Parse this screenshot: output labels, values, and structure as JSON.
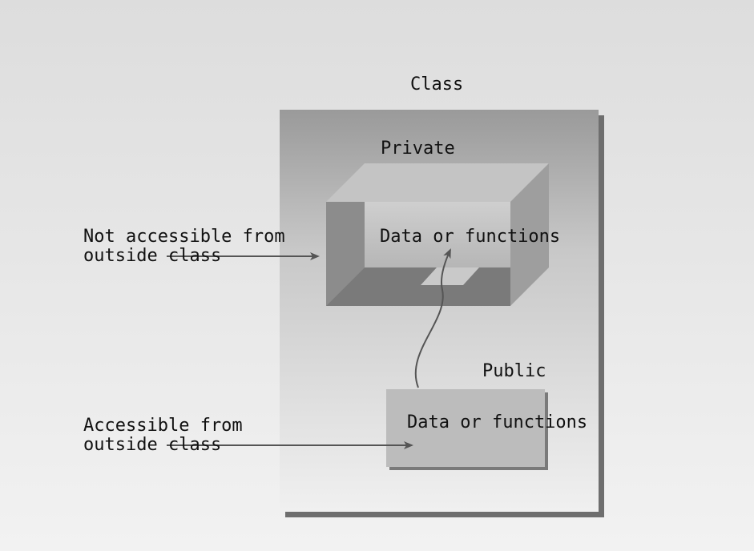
{
  "title": "Class",
  "private_section": {
    "heading": "Private",
    "content": "Data or functions"
  },
  "public_section": {
    "heading": "Public",
    "content": "Data or functions"
  },
  "annotations": {
    "not_accessible": {
      "line1": "Not accessible from",
      "line2": "outside class"
    },
    "accessible": {
      "line1": "Accessible from",
      "line2": "outside class"
    }
  },
  "colors": {
    "background": "#e4e4e4",
    "class_box_top": "#9a9a9a",
    "class_box_bottom": "#f0f0f0",
    "box_face": "#bdbdbd",
    "box_dark": "#7c7c7c",
    "arrow": "#555555"
  }
}
